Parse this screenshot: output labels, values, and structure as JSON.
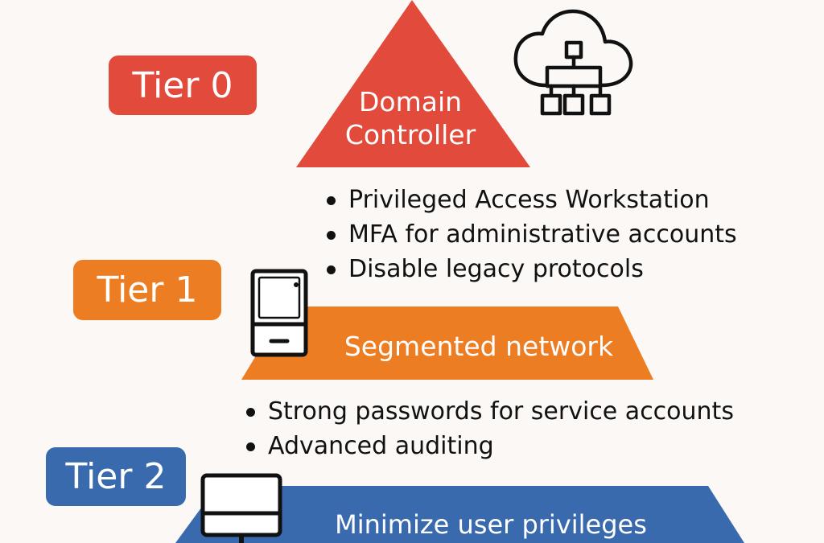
{
  "colors": {
    "tier0": "#e24b3b",
    "tier1": "#ed7d22",
    "tier2": "#3a6aae",
    "text": "#111111",
    "background": "#fbf8f5"
  },
  "tiers": [
    {
      "badge": "Tier 0",
      "shape_label": "Domain\nController",
      "icon": "cloud-network-icon",
      "bullets": [
        "Privileged Access Workstation",
        "MFA for administrative accounts",
        "Disable legacy protocols"
      ]
    },
    {
      "badge": "Tier 1",
      "shape_label": "Segmented network",
      "icon": "server-icon",
      "bullets": [
        "Strong passwords for service accounts",
        "Advanced auditing"
      ]
    },
    {
      "badge": "Tier 2",
      "shape_label": "Minimize user privileges",
      "icon": "monitor-icon",
      "bullets": []
    }
  ]
}
